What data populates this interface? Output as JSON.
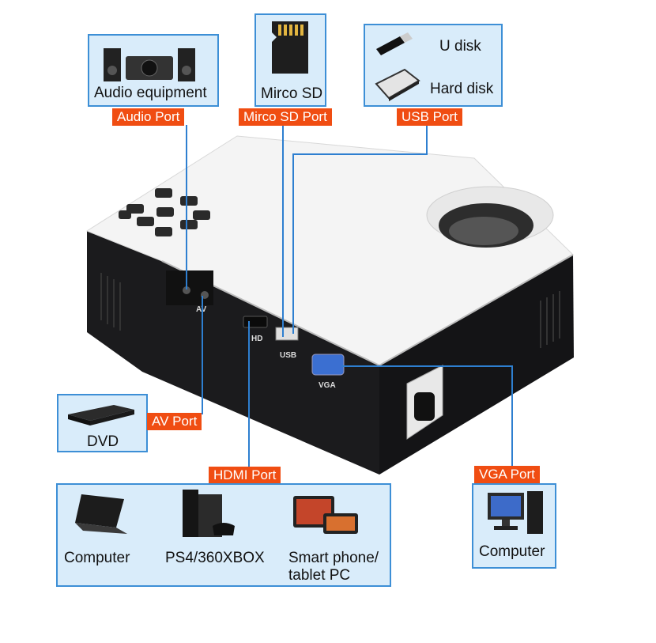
{
  "sources": {
    "audio_equipment": "Audio equipment",
    "micro_sd": "Mirco SD",
    "u_disk": "U disk",
    "hard_disk": "Hard disk",
    "dvd": "DVD",
    "hdmi_computer": "Computer",
    "ps4_xbox": "PS4/360XBOX",
    "smart_phone_line1": "Smart phone/",
    "smart_phone_line2": "tablet PC",
    "vga_computer": "Computer"
  },
  "ports": {
    "audio": "Audio Port",
    "micro_sd": "Mirco SD Port",
    "usb": "USB Port",
    "av": "AV Port",
    "hdmi": "HDMI Port",
    "vga": "VGA Port"
  },
  "projector_labels": {
    "hd": "HD",
    "usb": "USB",
    "vga": "VGA",
    "av": "AV"
  },
  "colors": {
    "tag_bg": "#f04d12",
    "box_border": "#3d8fd6",
    "box_bg": "#d9ecfa",
    "connector_line": "#2e7fd0"
  }
}
